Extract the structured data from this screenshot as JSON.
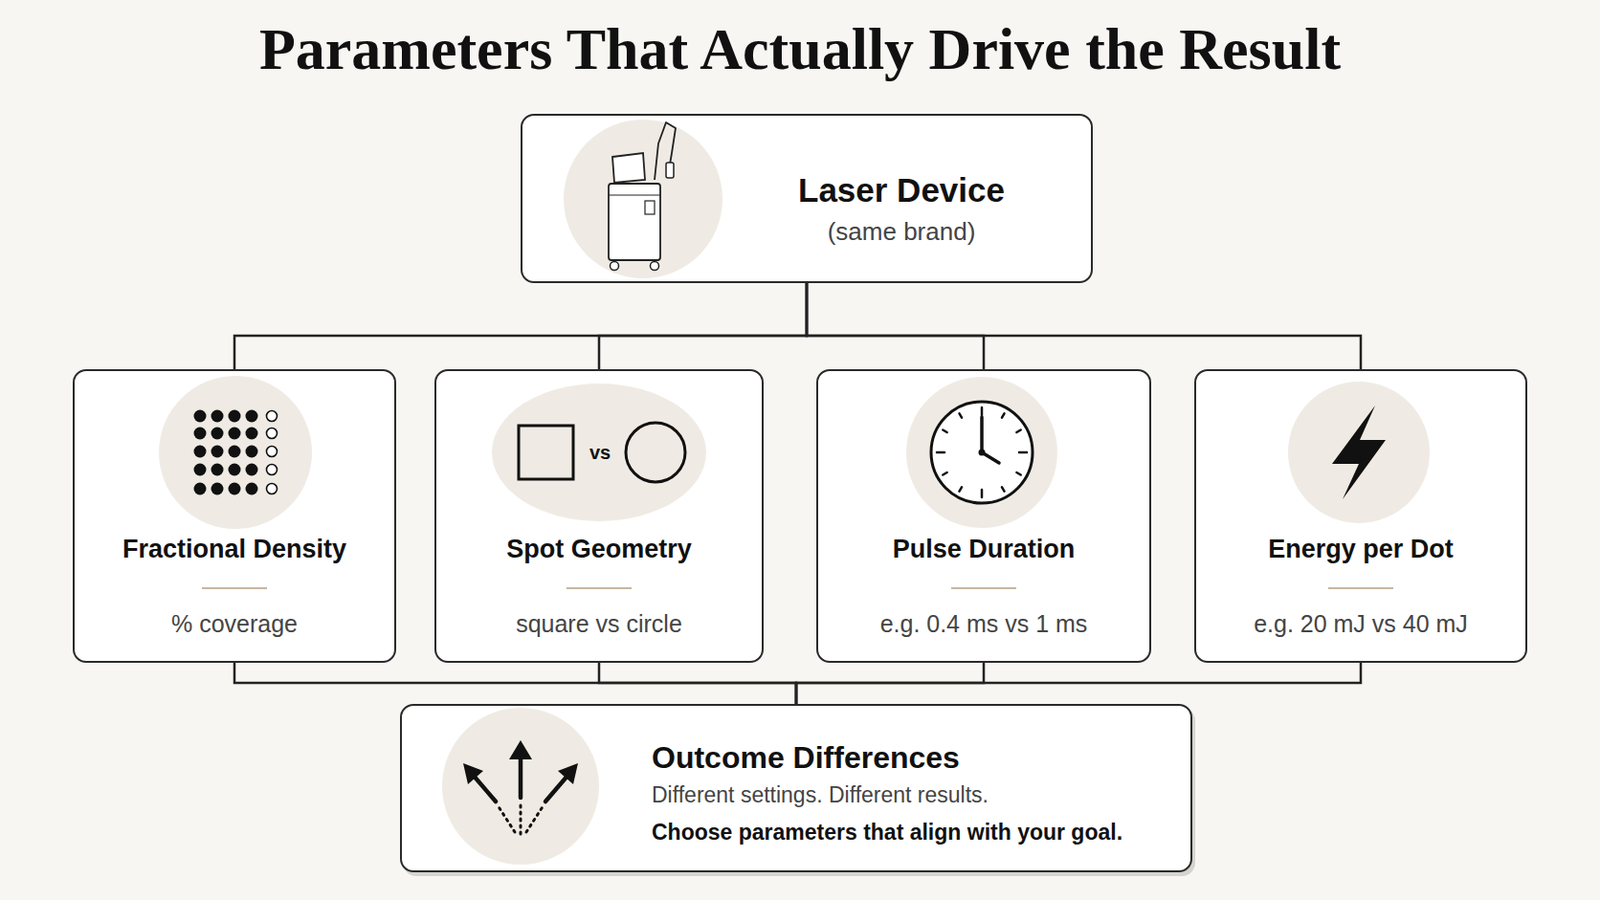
{
  "diagram": {
    "title": "Parameters That Actually Drive the Result",
    "nodes": [
      {
        "text": [
          "Laser Device",
          "(same brand)"
        ]
      },
      {
        "text": [
          "Fractional Density",
          "% coverage"
        ]
      },
      {
        "text": [
          "Spot Geometry",
          "square vs circle"
        ]
      },
      {
        "text": [
          "Pulse Duration",
          "e.g. 0.4 ms vs 1 ms"
        ]
      },
      {
        "text": [
          "Energy per Dot",
          "e.g. 20 mJ vs 40 mJ"
        ]
      },
      {
        "text": [
          "Outcome Differences",
          "Different settings. Different results.",
          "Choose parameters that align with your goal."
        ]
      }
    ],
    "edges": [
      {
        "from": 0,
        "to": 1,
        "arrow": "none"
      },
      {
        "from": 0,
        "to": 2,
        "arrow": "none"
      },
      {
        "from": 0,
        "to": 3,
        "arrow": "none"
      },
      {
        "from": 0,
        "to": 4,
        "arrow": "none"
      },
      {
        "from": 1,
        "to": 5,
        "arrow": "none"
      },
      {
        "from": 2,
        "to": 5,
        "arrow": "none"
      },
      {
        "from": 3,
        "to": 5,
        "arrow": "none"
      },
      {
        "from": 4,
        "to": 5,
        "arrow": "none"
      }
    ],
    "labels": [
      "vs"
    ]
  }
}
